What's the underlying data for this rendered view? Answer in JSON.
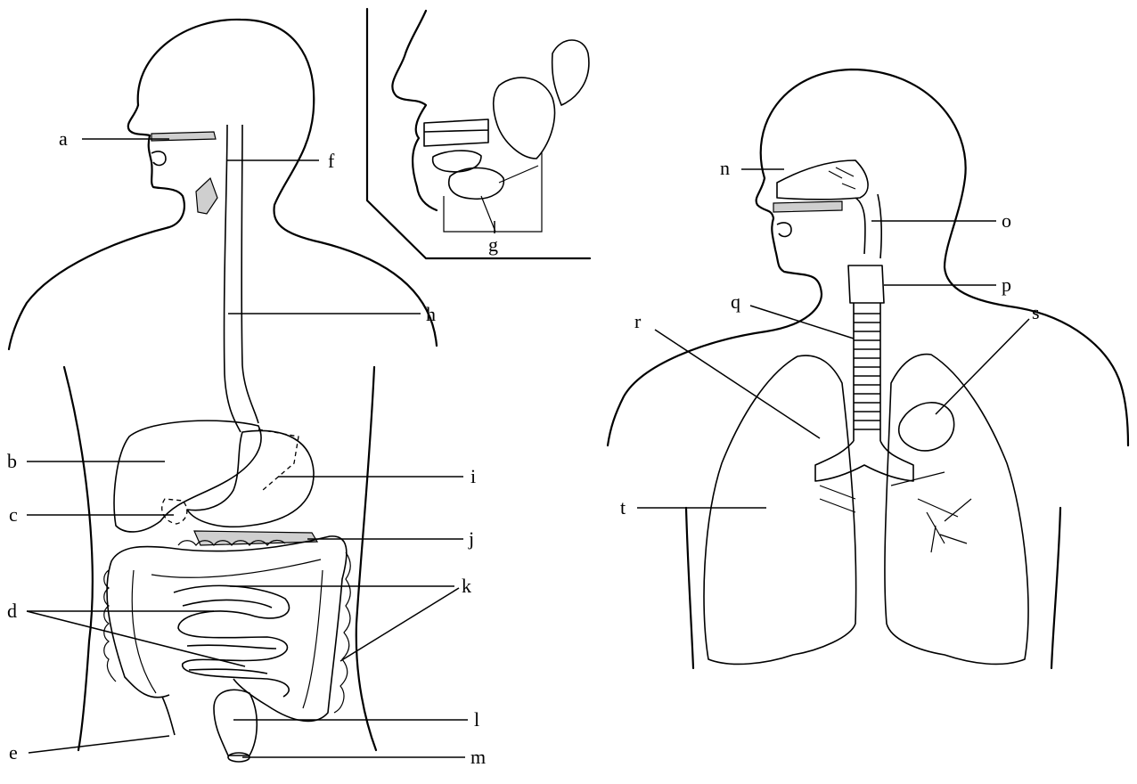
{
  "digestive_labels": [
    {
      "id": "a",
      "text": "a"
    },
    {
      "id": "b",
      "text": "b"
    },
    {
      "id": "c",
      "text": "c"
    },
    {
      "id": "d",
      "text": "d"
    },
    {
      "id": "e",
      "text": "e"
    },
    {
      "id": "f",
      "text": "f"
    },
    {
      "id": "g",
      "text": "g"
    },
    {
      "id": "h",
      "text": "h"
    },
    {
      "id": "i",
      "text": "i"
    },
    {
      "id": "j",
      "text": "j"
    },
    {
      "id": "k",
      "text": "k"
    },
    {
      "id": "l",
      "text": "l"
    },
    {
      "id": "m",
      "text": "m"
    }
  ],
  "respiratory_labels": [
    {
      "id": "n",
      "text": "n"
    },
    {
      "id": "o",
      "text": "o"
    },
    {
      "id": "p",
      "text": "p"
    },
    {
      "id": "q",
      "text": "q"
    },
    {
      "id": "r",
      "text": "r"
    },
    {
      "id": "s",
      "text": "s"
    },
    {
      "id": "t",
      "text": "t"
    }
  ]
}
